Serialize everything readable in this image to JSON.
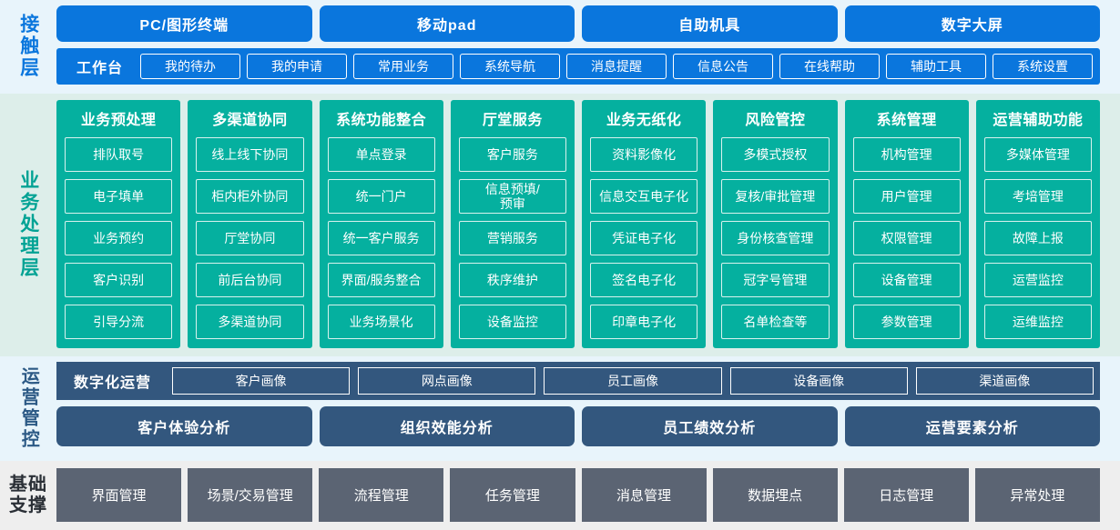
{
  "layers": {
    "contact": {
      "label": "接触层",
      "accent": "#0a76dd",
      "background": "#e8f4fb",
      "terminals": [
        {
          "label": "PC/图形终端"
        },
        {
          "label": "移动pad"
        },
        {
          "label": "自助机具"
        },
        {
          "label": "数字大屏"
        }
      ],
      "workbench": {
        "title": "工作台",
        "items": [
          {
            "label": "我的待办"
          },
          {
            "label": "我的申请"
          },
          {
            "label": "常用业务"
          },
          {
            "label": "系统导航"
          },
          {
            "label": "消息提醒"
          },
          {
            "label": "信息公告"
          },
          {
            "label": "在线帮助"
          },
          {
            "label": "辅助工具"
          },
          {
            "label": "系统设置"
          }
        ]
      }
    },
    "business": {
      "label": "业务处理层",
      "accent": "#00a294",
      "background": "#ddeeea",
      "card_color": "#05b09f",
      "columns": [
        {
          "title": "业务预处理",
          "items": [
            "排队取号",
            "电子填单",
            "业务预约",
            "客户识别",
            "引导分流"
          ]
        },
        {
          "title": "多渠道协同",
          "items": [
            "线上线下协同",
            "柜内柜外协同",
            "厅堂协同",
            "前后台协同",
            "多渠道协同"
          ]
        },
        {
          "title": "系统功能整合",
          "items": [
            "单点登录",
            "统一门户",
            "统一客户服务",
            "界面/服务整合",
            "业务场景化"
          ]
        },
        {
          "title": "厅堂服务",
          "items": [
            "客户服务",
            "信息预填/\n预审",
            "营销服务",
            "秩序维护",
            "设备监控"
          ]
        },
        {
          "title": "业务无纸化",
          "items": [
            "资料影像化",
            "信息交互电子化",
            "凭证电子化",
            "签名电子化",
            "印章电子化"
          ]
        },
        {
          "title": "风险管控",
          "items": [
            "多模式授权",
            "复核/审批管理",
            "身份核查管理",
            "冠字号管理",
            "名单检查等"
          ]
        },
        {
          "title": "系统管理",
          "items": [
            "机构管理",
            "用户管理",
            "权限管理",
            "设备管理",
            "参数管理"
          ]
        },
        {
          "title": "运营辅助功能",
          "items": [
            "多媒体管理",
            "考培管理",
            "故障上报",
            "运营监控",
            "运维监控"
          ]
        }
      ]
    },
    "operations": {
      "label": "运营管控",
      "accent": "#2c5985",
      "background": "#e8f4fb",
      "bar_color": "#33577e",
      "portrait": {
        "title": "数字化运营",
        "items": [
          {
            "label": "客户画像"
          },
          {
            "label": "网点画像"
          },
          {
            "label": "员工画像"
          },
          {
            "label": "设备画像"
          },
          {
            "label": "渠道画像"
          }
        ]
      },
      "analysis": [
        {
          "label": "客户体验分析"
        },
        {
          "label": "组织效能分析"
        },
        {
          "label": "员工绩效分析"
        },
        {
          "label": "运营要素分析"
        }
      ]
    },
    "base": {
      "label_line1": "基础",
      "label_line2": "支撑",
      "accent": "#2a2f36",
      "background": "#eeeeee",
      "item_color": "#5b6473",
      "items": [
        {
          "label": "界面管理"
        },
        {
          "label": "场景/交易管理"
        },
        {
          "label": "流程管理"
        },
        {
          "label": "任务管理"
        },
        {
          "label": "消息管理"
        },
        {
          "label": "数据埋点"
        },
        {
          "label": "日志管理"
        },
        {
          "label": "异常处理"
        }
      ]
    }
  }
}
